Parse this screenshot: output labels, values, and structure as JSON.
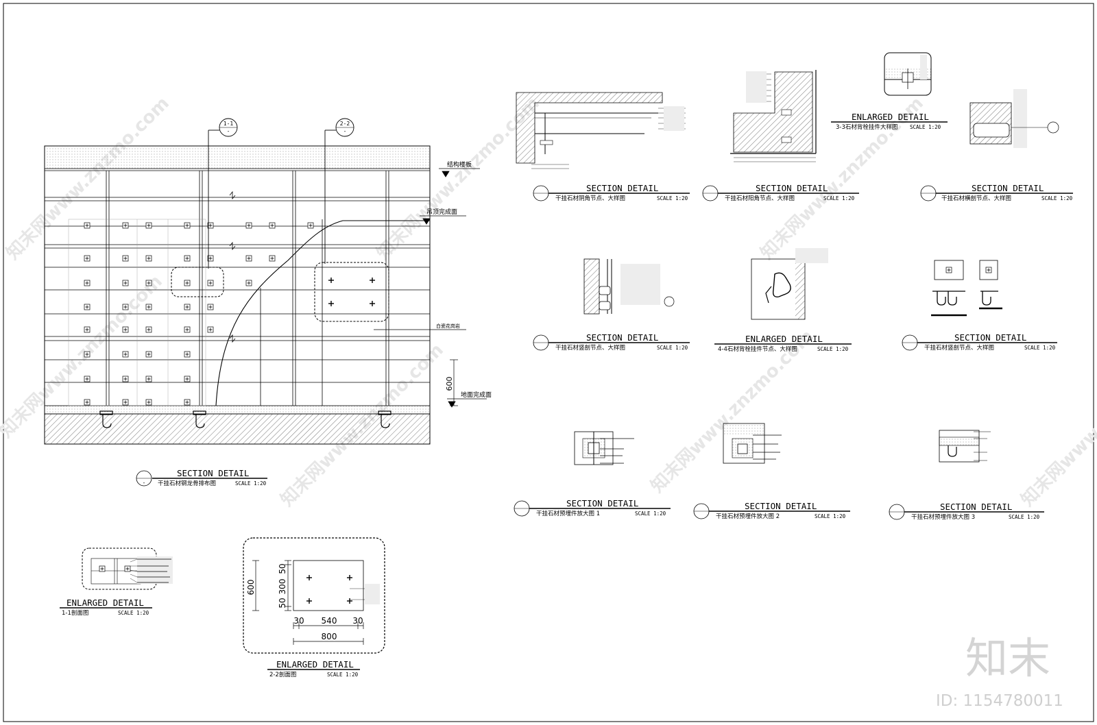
{
  "main_section": {
    "tag_1": "1-1",
    "tag_2": "2-2",
    "label_structure_slab": "结构楼板",
    "label_ceiling_finish": "吊顶完成面",
    "label_ceramic_tile": "白瓷花岗岩",
    "label_floor_finish": "地面完成面",
    "dim_600": "600",
    "caption": {
      "title": "SECTION DETAIL",
      "subtitle": "干挂石材钢龙骨排布图",
      "scale": "SCALE 1:20"
    }
  },
  "detail_1_1": {
    "caption": {
      "title": "ENLARGED DETAIL",
      "subtitle": "1-1剖面图",
      "scale": "SCALE 1:20"
    }
  },
  "detail_2_2": {
    "dims": {
      "h_total": "600",
      "h_top": "50",
      "h_mid": "300",
      "h_bot": "50",
      "w_left": "30",
      "w_mid": "540",
      "w_right": "30",
      "w_total": "800"
    },
    "caption": {
      "title": "ENLARGED DETAIL",
      "subtitle": "2-2剖面图",
      "scale": "SCALE 1:20"
    }
  },
  "details": [
    {
      "title": "SECTION DETAIL",
      "subtitle": "干挂石材阴角节点、大样图",
      "scale": "SCALE 1:20"
    },
    {
      "title": "SECTION DETAIL",
      "subtitle": "干挂石材阳角节点、大样图",
      "scale": "SCALE 1:20"
    },
    {
      "title": "ENLARGED DETAIL",
      "subtitle": "3-3石材背栓挂件大样图",
      "scale": "SCALE 1:20"
    },
    {
      "title": "SECTION DETAIL",
      "subtitle": "干挂石材横剖节点、大样图",
      "scale": "SCALE 1:20"
    },
    {
      "title": "SECTION DETAIL",
      "subtitle": "干挂石材竖剖节点、大样图",
      "scale": "SCALE 1:20"
    },
    {
      "title": "ENLARGED DETAIL",
      "subtitle": "4-4石材背栓挂件节点、大样图",
      "scale": "SCALE 1:20"
    },
    {
      "title": "SECTION DETAIL",
      "subtitle": "干挂石材竖剖节点、大样图",
      "scale": "SCALE 1:20"
    },
    {
      "title": "SECTION DETAIL",
      "subtitle": "干挂石材预埋件放大图 1",
      "scale": "SCALE 1:20"
    },
    {
      "title": "SECTION DETAIL",
      "subtitle": "干挂石材预埋件放大图 2",
      "scale": "SCALE 1:20"
    },
    {
      "title": "SECTION DETAIL",
      "subtitle": "干挂石材预埋件放大图 3",
      "scale": "SCALE 1:20"
    }
  ],
  "watermark": {
    "logo": "知末",
    "id": "ID: 1154780011",
    "site": "知末网www.znzmo.com"
  }
}
